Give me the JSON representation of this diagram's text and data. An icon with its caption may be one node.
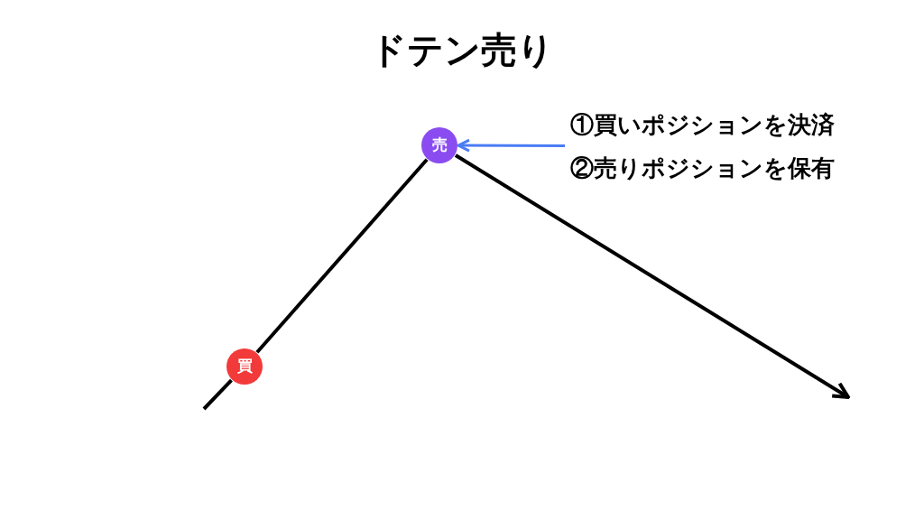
{
  "diagram": {
    "title": "ドテン売り",
    "nodes": [
      {
        "text": [
          "買"
        ]
      },
      {
        "text": [
          "売"
        ]
      },
      {
        "text": [
          "①買いポジションを決済",
          "②売りポジションを保有"
        ]
      }
    ],
    "edges": [
      {
        "from": null,
        "to": 0,
        "arrow": "none"
      },
      {
        "from": 0,
        "to": 1,
        "arrow": "none"
      },
      {
        "from": 1,
        "to": null,
        "arrow": "to"
      },
      {
        "from": 2,
        "to": 1,
        "arrow": "to",
        "color": "#4a7cf5"
      }
    ]
  }
}
